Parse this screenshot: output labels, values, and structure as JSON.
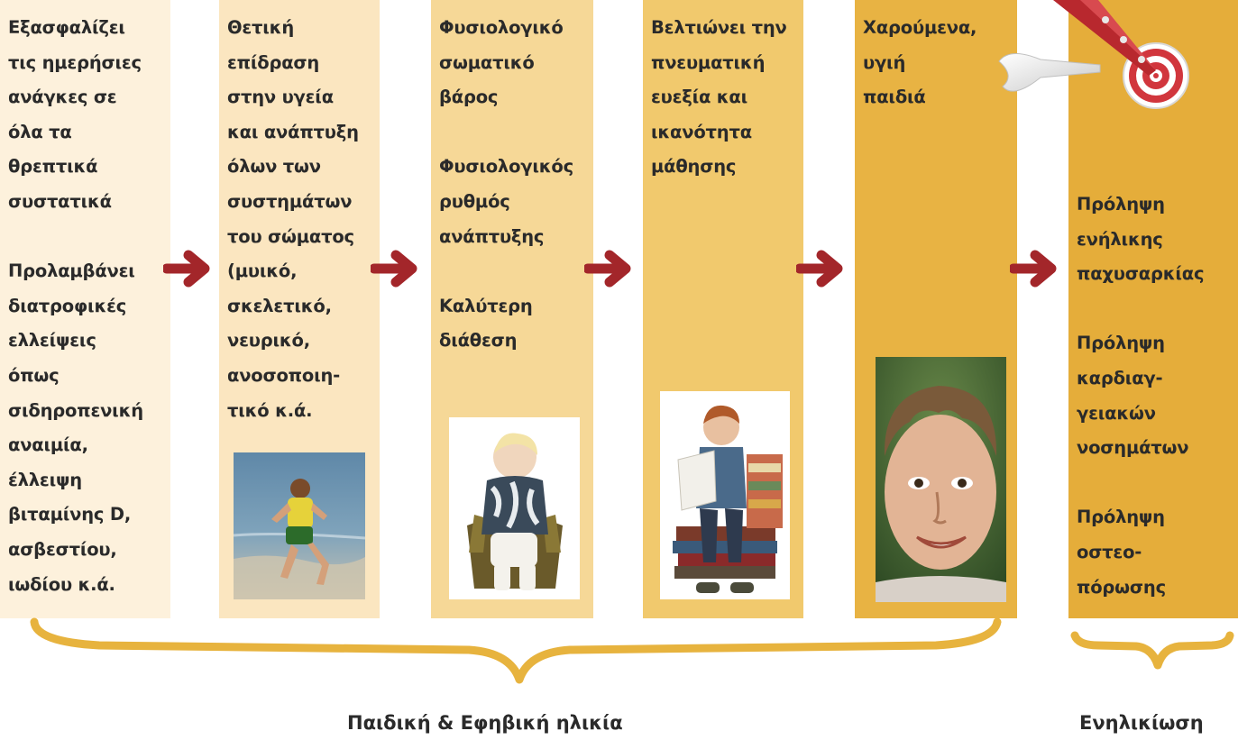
{
  "columns": [
    {
      "id": "c1",
      "paragraphs": [
        [
          "Εξασφαλίζει",
          "τις ημερήσιες",
          "ανάγκες σε",
          "όλα τα",
          "θρεπτικά",
          "συστατικά"
        ],
        [
          "Προλαμβάνει",
          "διατροφικές",
          "ελλείψεις",
          "όπως",
          "σιδηροπενική",
          "αναιμία,",
          "έλλειψη",
          "βιταμίνης D,",
          "ασβεστίου,",
          "ιωδίου κ.ά."
        ]
      ]
    },
    {
      "id": "c2",
      "paragraphs": [
        [
          "Θετική",
          "επίδραση",
          "στην υγεία",
          "και ανάπτυξη",
          "όλων των",
          "συστημάτων",
          "του σώματος",
          "(μυικό,",
          "σκελετικό,",
          "νευρικό,",
          "ανοσοποιη-",
          "τικό κ.ά."
        ]
      ]
    },
    {
      "id": "c3",
      "paragraphs": [
        [
          "Φυσιολογικό",
          "σωματικό",
          "βάρος"
        ],
        [
          "Φυσιολογικός",
          "ρυθμός",
          "ανάπτυξης"
        ],
        [
          "Καλύτερη",
          "διάθεση"
        ]
      ]
    },
    {
      "id": "c4",
      "paragraphs": [
        [
          "Βελτιώνει την",
          "πνευματική",
          "ευεξία και",
          "ικανότητα",
          "μάθησης"
        ]
      ]
    },
    {
      "id": "c5",
      "paragraphs": [
        [
          "Χαρούμενα,",
          "υγιή",
          "παιδιά"
        ]
      ]
    },
    {
      "id": "c6",
      "paragraphs": [
        [
          "Πρόληψη",
          "ενήλικης",
          "παχυσαρκίας"
        ],
        [
          "Πρόληψη",
          "καρδιαγ-",
          "γειακών",
          "νοσημάτων"
        ],
        [
          "Πρόληψη",
          "οστεο-",
          "πόρωσης"
        ]
      ]
    }
  ],
  "captions": {
    "childhood": "Παιδική & Εφηβική ηλικία",
    "adulthood": "Ενηλικίωση"
  },
  "colors": {
    "arrow": "#a3262a",
    "brace": "#e7b33e",
    "col1": "#fdf1dc",
    "col2": "#fbe6c0",
    "col3": "#f6d897",
    "col4": "#f1c96d",
    "col5": "#e8b343",
    "col6": "#e5ad3a"
  },
  "icons": [
    "arrow-right-icon",
    "target-icon",
    "dart-icon",
    "curly-brace"
  ]
}
